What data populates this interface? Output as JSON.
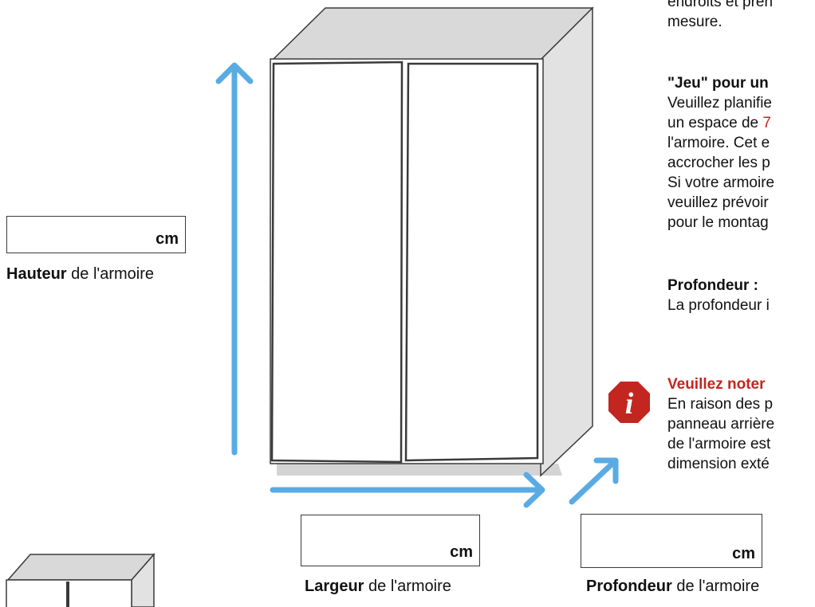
{
  "colors": {
    "arrow": "#5aabe3",
    "accent": "#c2261f",
    "cabinet_top": "#d9d9d9",
    "cabinet_side": "#e2e2e2",
    "shadow": "#d4d4d4",
    "outline": "#3a3a3a"
  },
  "fields": {
    "height": {
      "unit": "cm",
      "caption_bold": "Hauteur",
      "caption_rest": " de l'armoire"
    },
    "width": {
      "unit": "cm",
      "caption_bold": "Largeur",
      "caption_rest": " de l'armoire"
    },
    "depth": {
      "unit": "cm",
      "caption_bold": "Profondeur",
      "caption_rest": " de l'armoire"
    }
  },
  "info_icon": {
    "name": "info-icon",
    "glyph": "i"
  },
  "text": {
    "intro_line1": "endroits et pren",
    "intro_line2": "mesure.",
    "jeu_heading": "\"Jeu\" pour un",
    "jeu_line1": "Veuillez planifie",
    "jeu_line2_pre": "un espace de ",
    "jeu_line2_accent": "7",
    "jeu_line3": "l'armoire. Cet e",
    "jeu_line4": "accrocher les p",
    "jeu_line5": "Si votre armoire",
    "jeu_line6": "veuillez prévoir",
    "jeu_line7": "pour le montag",
    "depth_heading": "Profondeur :",
    "depth_line1": "La profondeur i",
    "note_heading": "Veuillez noter",
    "note_line1": "En raison des p",
    "note_line2": "panneau arrière",
    "note_line3": "de l'armoire est",
    "note_line4": "dimension exté"
  }
}
